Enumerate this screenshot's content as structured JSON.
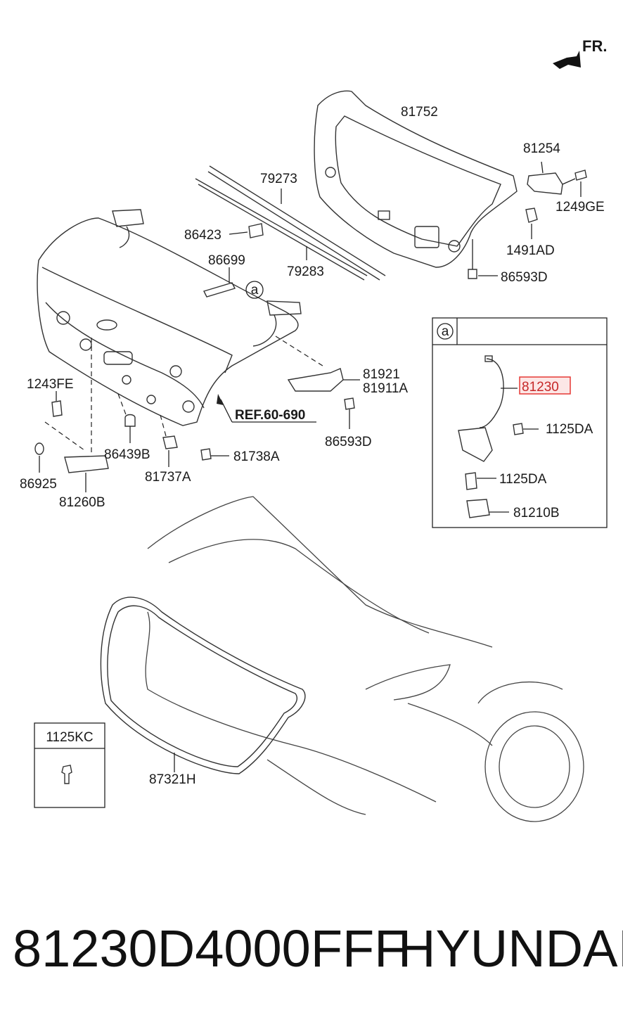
{
  "orientation": {
    "label": "FR."
  },
  "callout": {
    "symbol": "a"
  },
  "inset_box": {
    "symbol": "a"
  },
  "highlight_color": "#e53935",
  "labels": {
    "p81752": "81752",
    "p81254": "81254",
    "p79273": "79273",
    "p1249GE": "1249GE",
    "p86423": "86423",
    "p1491AD": "1491AD",
    "p79283": "79283",
    "p86699": "86699",
    "p86593D_top": "86593D",
    "p81921": "81921",
    "p81911A": "81911A",
    "p1243FE": "1243FE",
    "pREF": "REF.60-690",
    "p86593D_mid": "86593D",
    "p86439B": "86439B",
    "p81738A": "81738A",
    "p86925": "86925",
    "p81737A": "81737A",
    "p81260B": "81260B",
    "p81230": "81230",
    "p1125DA_a": "1125DA",
    "p1125DA_b": "1125DA",
    "p81210B": "81210B",
    "p87321H": "87321H"
  },
  "legend_box": {
    "code": "1125KC"
  },
  "footer": {
    "part_number": "81230D4000FFF",
    "brand": "HYUNDAI"
  }
}
